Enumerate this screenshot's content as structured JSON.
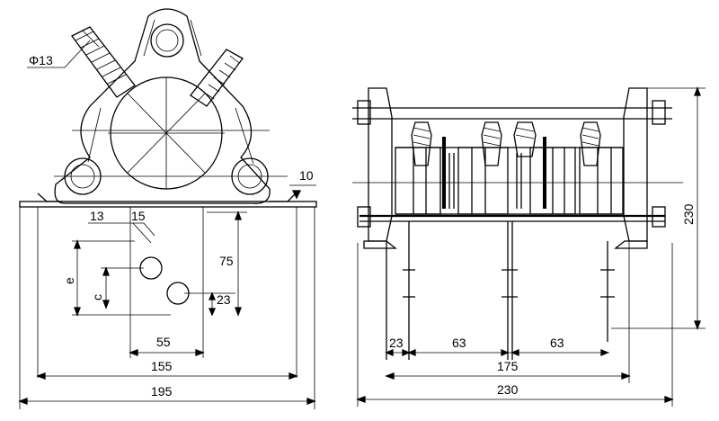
{
  "left_view": {
    "phi_label": "Φ13",
    "thickness_label": "10",
    "hole_x_a": "13",
    "hole_x_b": "15",
    "dim_e": "e",
    "dim_c": "c",
    "dim_75": "75",
    "dim_23": "23",
    "dim_55": "55",
    "dim_155": "155",
    "dim_195": "195"
  },
  "right_view": {
    "dim_height": "230",
    "dim_23": "23",
    "dim_63_left": "63",
    "dim_63_right": "63",
    "dim_175": "175",
    "dim_230": "230"
  }
}
